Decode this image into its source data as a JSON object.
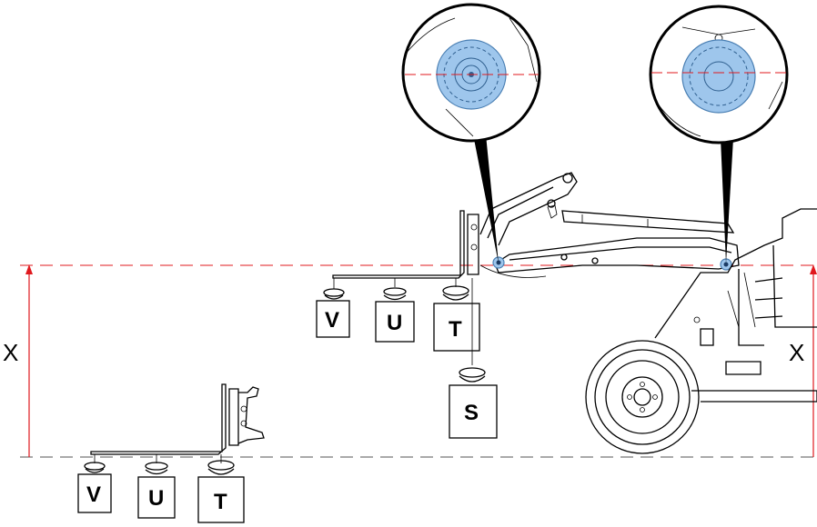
{
  "dimension_label_left": "X",
  "dimension_label_right": "X",
  "weights": {
    "upper": [
      {
        "label": "V"
      },
      {
        "label": "U"
      },
      {
        "label": "T"
      },
      {
        "label": "S"
      }
    ],
    "lower": [
      {
        "label": "V"
      },
      {
        "label": "U"
      },
      {
        "label": "T"
      }
    ]
  },
  "colors": {
    "reference_line": "#e0191e",
    "pin_highlight": "#9ec6ec",
    "outline": "#000000"
  },
  "icons": {
    "detail_left": "pin-detail-magnifier-icon",
    "detail_right": "pin-detail-magnifier-icon",
    "loader": "front-loader-illustration-icon"
  }
}
